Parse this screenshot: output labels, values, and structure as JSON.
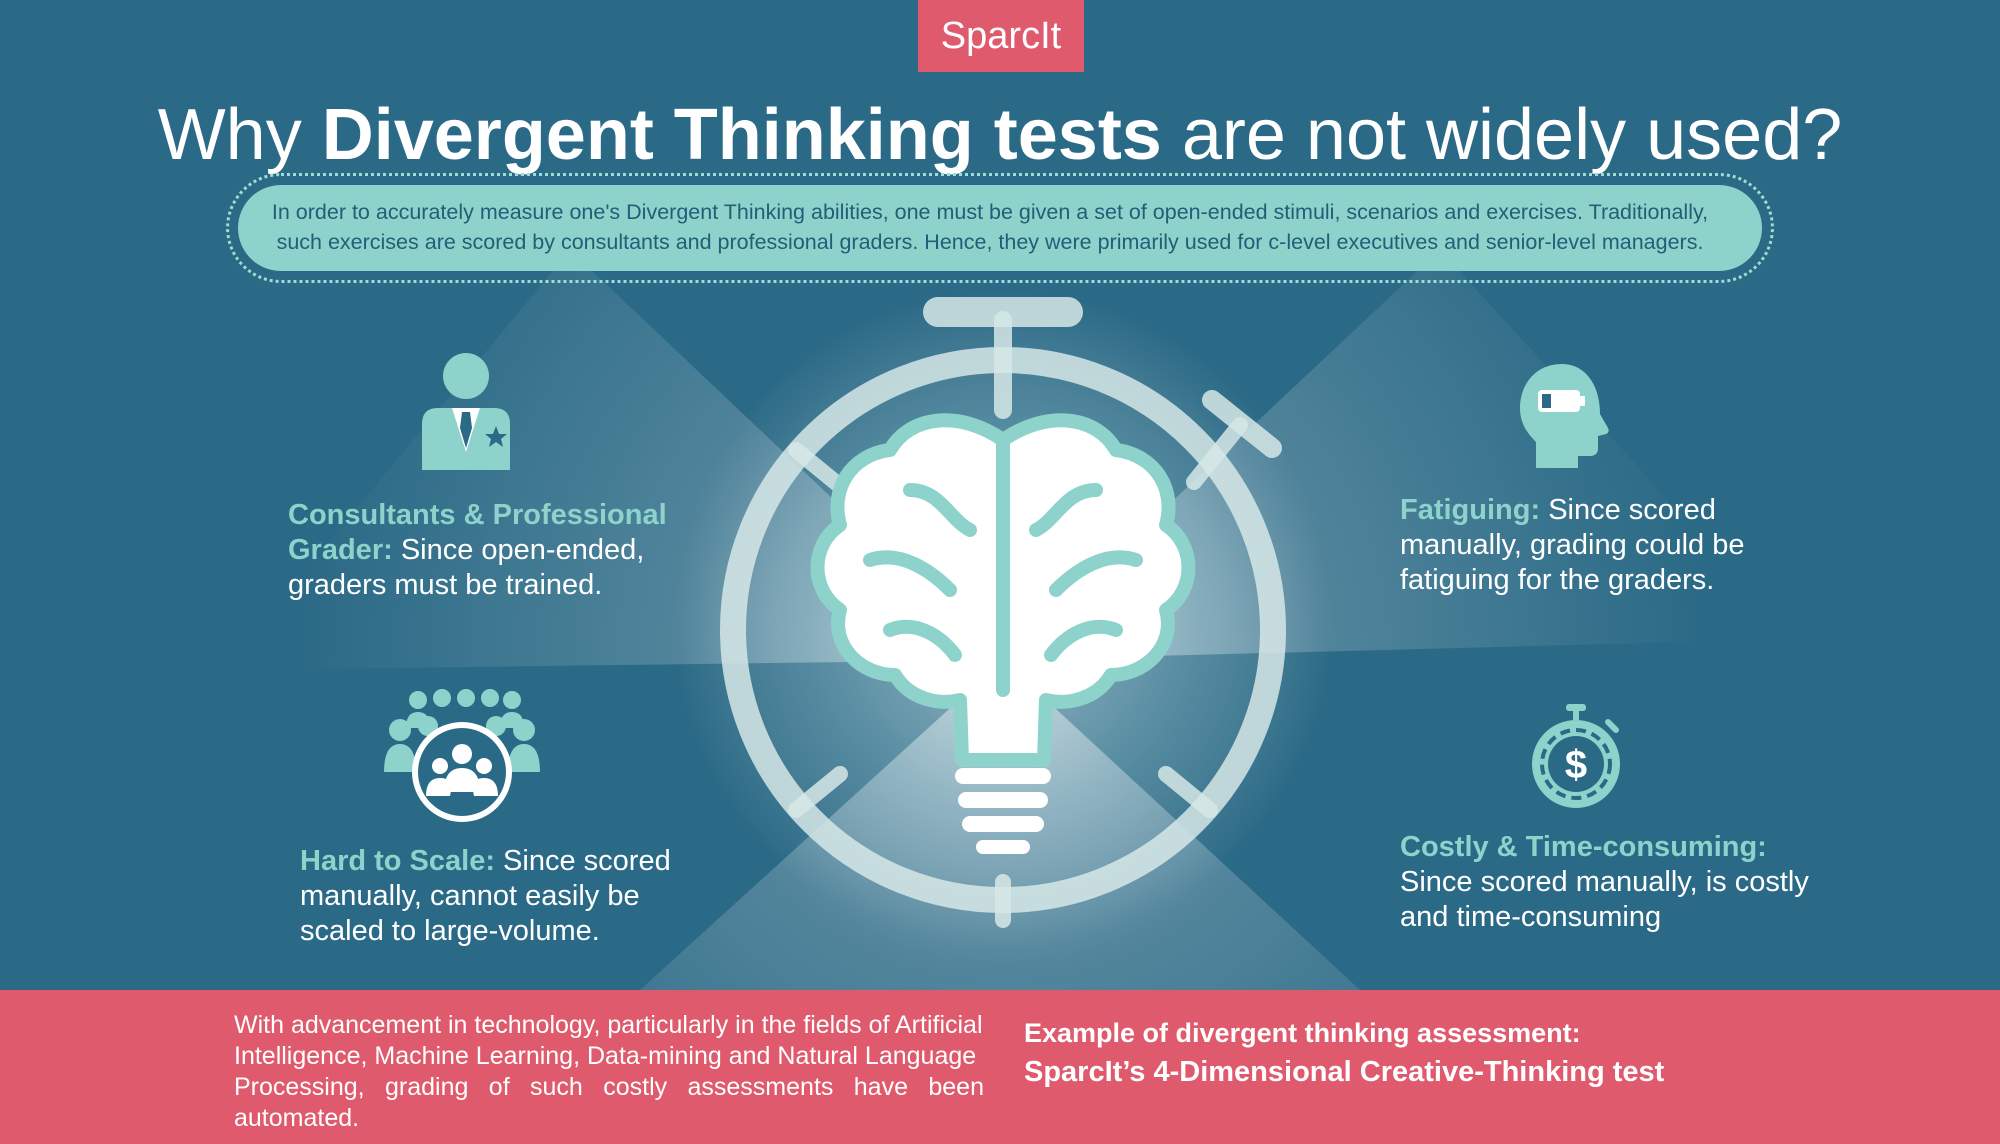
{
  "brand": {
    "logo_text": "SparcIt"
  },
  "header": {
    "title_prefix": "Why ",
    "title_bold": "Divergent Thinking tests",
    "title_suffix": " are not widely used?"
  },
  "intro": {
    "line1": "In order to accurately measure one's Divergent Thinking abilities, one must be given a set of open-ended stimuli, scenarios and exercises. Traditionally,",
    "line2": "such exercises are scored by consultants and professional graders.  Hence, they were primarily used for c-level executives and senior-level managers."
  },
  "reasons": {
    "consultants": {
      "head_line1": "Consultants & Professional",
      "head_line2": "Grader:",
      "text_line1": " Since open-ended,",
      "text_line2": "graders must be trained."
    },
    "scale": {
      "head": "Hard to Scale:",
      "text_line1": "  Since scored",
      "text_line2": "manually, cannot easily be",
      "text_line3": "scaled to large-volume."
    },
    "fatiguing": {
      "head": "Fatiguing:",
      "text_line1": " Since scored",
      "text_line2": "manually, grading could be",
      "text_line3": "fatiguing for the graders."
    },
    "costly": {
      "head": "Costly & Time-consuming:",
      "text_line1": "Since scored manually, is costly",
      "text_line2": "and time-consuming"
    }
  },
  "icons": {
    "consultant": "consultant-person-icon",
    "crowd": "crowd-people-icon",
    "head": "head-low-battery-icon",
    "money_timer": "dollar-stopwatch-icon",
    "center": "brain-lightbulb-stopwatch-icon"
  },
  "footer": {
    "left_line1": "With advancement in technology, particularly in the fields of Artificial",
    "left_line2": "Intelligence, Machine Learning, Data-mining and Natural Language",
    "left_line3": "Processing, grading of such costly assessments have been automated.",
    "right_line1": "Example of divergent thinking assessment:",
    "right_line2": "SparcIt’s 4-Dimensional Creative-Thinking test"
  },
  "colors": {
    "background": "#2b6a86",
    "accent": "#8ed3cb",
    "brand": "#e05a6d",
    "text": "#ffffff"
  }
}
